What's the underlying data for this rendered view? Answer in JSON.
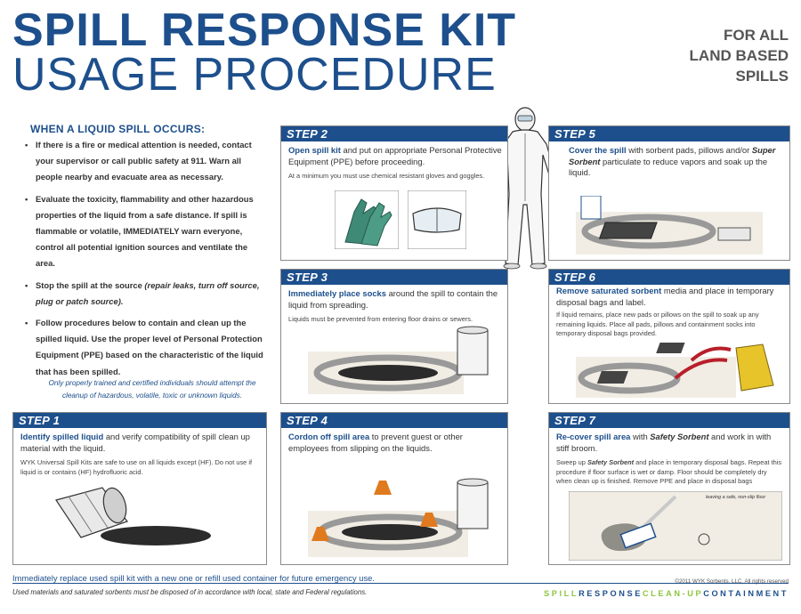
{
  "title": {
    "line1": "SPILL RESPONSE KIT",
    "line2": "USAGE PROCEDURE"
  },
  "corner": {
    "line1": "FOR ALL",
    "line2": "LAND BASED",
    "line3": "SPILLS"
  },
  "intro": {
    "heading": "WHEN A LIQUID SPILL OCCURS:",
    "bullets": [
      {
        "text": "If there is a fire or medical attention is needed, contact your supervisor or call public safety at 911. Warn all people nearby and evacuate area as necessary."
      },
      {
        "text": "Evaluate the toxicity, flammability and other hazardous properties of the liquid from a safe distance. If spill is flammable or volatile, IMMEDIATELY warn everyone, control all potential ignition sources and ventilate the area."
      },
      {
        "text": "Stop the spill at the source ",
        "italic": "(repair leaks, turn off source, plug or patch source)."
      },
      {
        "text": "Follow procedures below to contain and clean up the spilled liquid. Use the proper level of Personal Protection Equipment (PPE) based on the characteristic of the liquid that has been spilled."
      }
    ],
    "note": "Only properly trained and certified individuals should attempt the cleanup of hazardous, volatile, toxic or unknown liquids."
  },
  "steps": {
    "s1": {
      "label": "STEP 1",
      "highlight": "Identify spilled liquid",
      "text": " and verify compatibility of spill clean up material with the liquid.",
      "sub": "WYK Universal Spill Kits are safe to use on all liquids except (HF). Do not use if liquid is or contains (HF) hydrofluoric acid."
    },
    "s2": {
      "label": "STEP 2",
      "highlight": "Open spill kit",
      "text": " and put on appropriate Personal Protective Equipment (PPE) before proceeding.",
      "sub": "At a minimum you must use chemical resistant gloves and goggles."
    },
    "s3": {
      "label": "STEP 3",
      "highlight": "Immediately place socks",
      "text": " around the spill to contain the liquid from spreading.",
      "sub": "Liquids must be prevented from entering floor drains or sewers."
    },
    "s4": {
      "label": "STEP 4",
      "highlight": "Cordon off spill area",
      "text": " to prevent guest or other employees from slipping on the liquids.",
      "sub": ""
    },
    "s5": {
      "label": "STEP 5",
      "highlight": "Cover the spill",
      "text_a": " with sorbent pads, pillows and/or ",
      "product": "Super Sorbent",
      "text_b": " particulate to reduce vapors and soak up the liquid."
    },
    "s6": {
      "label": "STEP 6",
      "highlight": "Remove saturated sorbent",
      "text": " media and place in temporary disposal bags and label.",
      "sub": "If liquid remains, place new pads or pillows on the spill to soak up any remaining liquids. Place all pads, pillows and containment socks into temporary disposal bags provided."
    },
    "s7": {
      "label": "STEP 7",
      "highlight": "Re-cover spill area",
      "text_a": " with ",
      "product": "Safety Sorbent",
      "text_b": " and work in with stiff broom.",
      "sub_a": "Sweep up ",
      "sub_product": "Safety Sorbent",
      "sub_b": " and place in temporary disposal bags. Repeat this procedure if floor surface is wet or damp. Floor should be completely dry when clean up is finished. Remove PPE and place in disposal bags",
      "caption": "leaving a safe, non-slip floor"
    }
  },
  "footer": {
    "replace": "Immediately replace used spill kit with a new one or refill used container for future emergency use.",
    "dispose": "Used materials and saturated sorbents must be disposed of in accordance with local, state and Federal regulations.",
    "copyright": "©2011 WYK Sorbents, LLC. All rights reserved",
    "slogan_parts": [
      {
        "text": "SPILL",
        "color": "#8cc63f"
      },
      {
        "text": "RESPONSE",
        "color": "#1d4f8c"
      },
      {
        "text": "CLEAN-UP",
        "color": "#8cc63f"
      },
      {
        "text": "CONTAINMENT",
        "color": "#1d4f8c"
      }
    ]
  },
  "colors": {
    "brand_blue": "#1d4f8c",
    "accent_green": "#8cc63f",
    "glove_green": "#3f8a76",
    "cone_orange": "#e07a1f"
  }
}
